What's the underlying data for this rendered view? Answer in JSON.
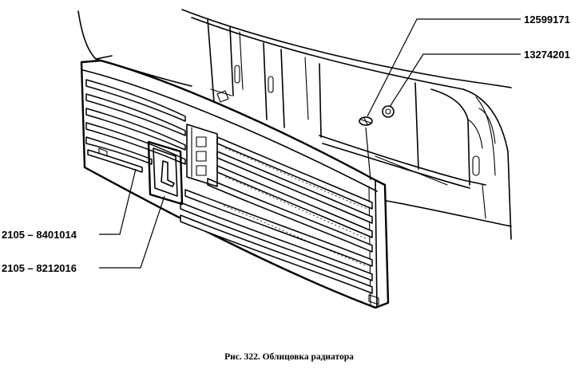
{
  "callouts": [
    {
      "id": "screw",
      "text": "12599171"
    },
    {
      "id": "nut",
      "text": "13274201"
    },
    {
      "id": "grille",
      "text": "2105 – 8401014"
    },
    {
      "id": "emblem",
      "text": "2105 – 8212016"
    }
  ],
  "caption": "Рис. 322. Облицовка радиатора"
}
